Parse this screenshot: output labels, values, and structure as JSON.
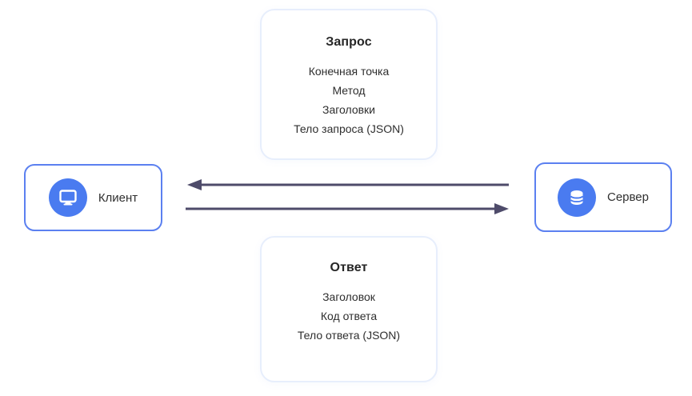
{
  "diagram": {
    "type": "client-server-http-flow"
  },
  "request_panel": {
    "title": "Запрос",
    "items": [
      "Конечная точка",
      "Метод",
      "Заголовки",
      "Тело запроса (JSON)"
    ]
  },
  "response_panel": {
    "title": "Ответ",
    "items": [
      "Заголовок",
      "Код ответа",
      "Тело ответа (JSON)"
    ]
  },
  "client_node": {
    "label": "Клиент",
    "icon": "monitor-icon"
  },
  "server_node": {
    "label": "Сервер",
    "icon": "database-icon"
  },
  "arrows": {
    "top": {
      "direction": "left",
      "from": "Сервер",
      "to": "Клиент"
    },
    "bottom": {
      "direction": "right",
      "from": "Клиент",
      "to": "Сервер"
    }
  },
  "colors": {
    "accent_blue": "#4a7bf0",
    "node_border": "#5b80f0",
    "panel_border": "#e7eefc",
    "arrow": "#4e4b6a",
    "text": "#262626"
  }
}
